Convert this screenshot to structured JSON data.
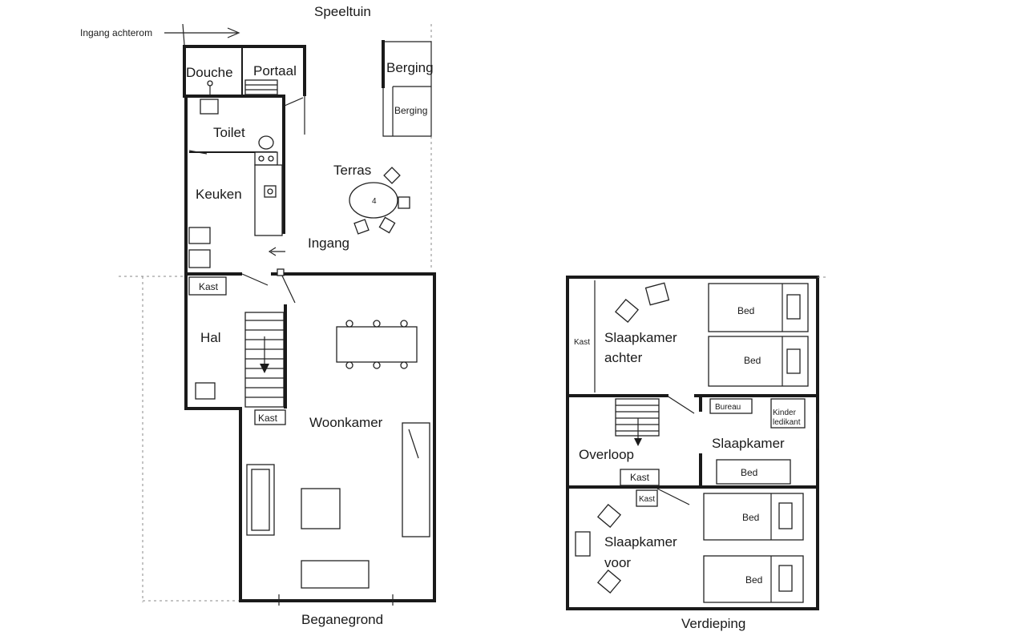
{
  "ground_floor": {
    "caption": "Beganegrond",
    "playground": "Speeltuin",
    "back_entrance": "Ingang achterom",
    "shower": "Douche",
    "porch": "Portaal",
    "storage_1": "Berging",
    "storage_2": "Berging",
    "toilet": "Toilet",
    "terrace": "Terras",
    "terrace_table": "4",
    "kitchen": "Keuken",
    "entrance": "Ingang",
    "hall_closet": "Kast",
    "hall": "Hal",
    "living_closet": "Kast",
    "living_room": "Woonkamer"
  },
  "upper_floor": {
    "caption": "Verdieping",
    "back_bedroom_closet": "Kast",
    "back_bedroom_line1": "Slaapkamer",
    "back_bedroom_line2": "achter",
    "bed_1": "Bed",
    "bed_2": "Bed",
    "desk": "Bureau",
    "crib_line1": "Kinder",
    "crib_line2": "ledikant",
    "landing": "Overloop",
    "middle_bedroom": "Slaapkamer",
    "bed_3": "Bed",
    "landing_closet": "Kast",
    "small_closet": "Kast",
    "bed_4": "Bed",
    "front_bedroom_line1": "Slaapkamer",
    "front_bedroom_line2": "voor",
    "bed_5": "Bed"
  },
  "colors": {
    "ink": "#1a1a1a",
    "paper": "#ffffff",
    "guide": "#888888"
  }
}
